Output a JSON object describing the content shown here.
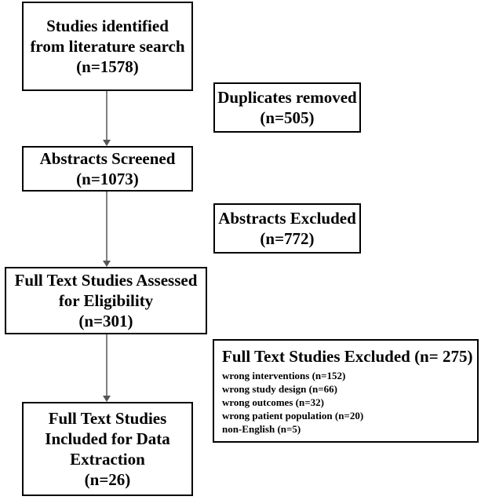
{
  "flow": {
    "identified": {
      "line1": "Studies identified",
      "line2": "from literature search",
      "count": "(n=1578)"
    },
    "duplicates": {
      "line1": "Duplicates removed",
      "count": "(n=505)"
    },
    "screened": {
      "line1": "Abstracts Screened",
      "count": "(n=1073)"
    },
    "abstracts_excluded": {
      "line1": "Abstracts Excluded",
      "count": "(n=772)"
    },
    "assessed": {
      "line1": "Full Text Studies Assessed",
      "line2": "for Eligibility",
      "count": "(n=301)"
    },
    "fulltext_excluded": {
      "title": "Full Text Studies Excluded (n= 275)",
      "reasons": [
        "wrong interventions (n=152)",
        "wrong study design (n=66)",
        "wrong outcomes (n=32)",
        "wrong patient population (n=20)",
        "non-English (n=5)"
      ]
    },
    "included": {
      "line1": "Full Text Studies",
      "line2": "Included for Data",
      "line3": "Extraction",
      "count": "(n=26)"
    }
  }
}
